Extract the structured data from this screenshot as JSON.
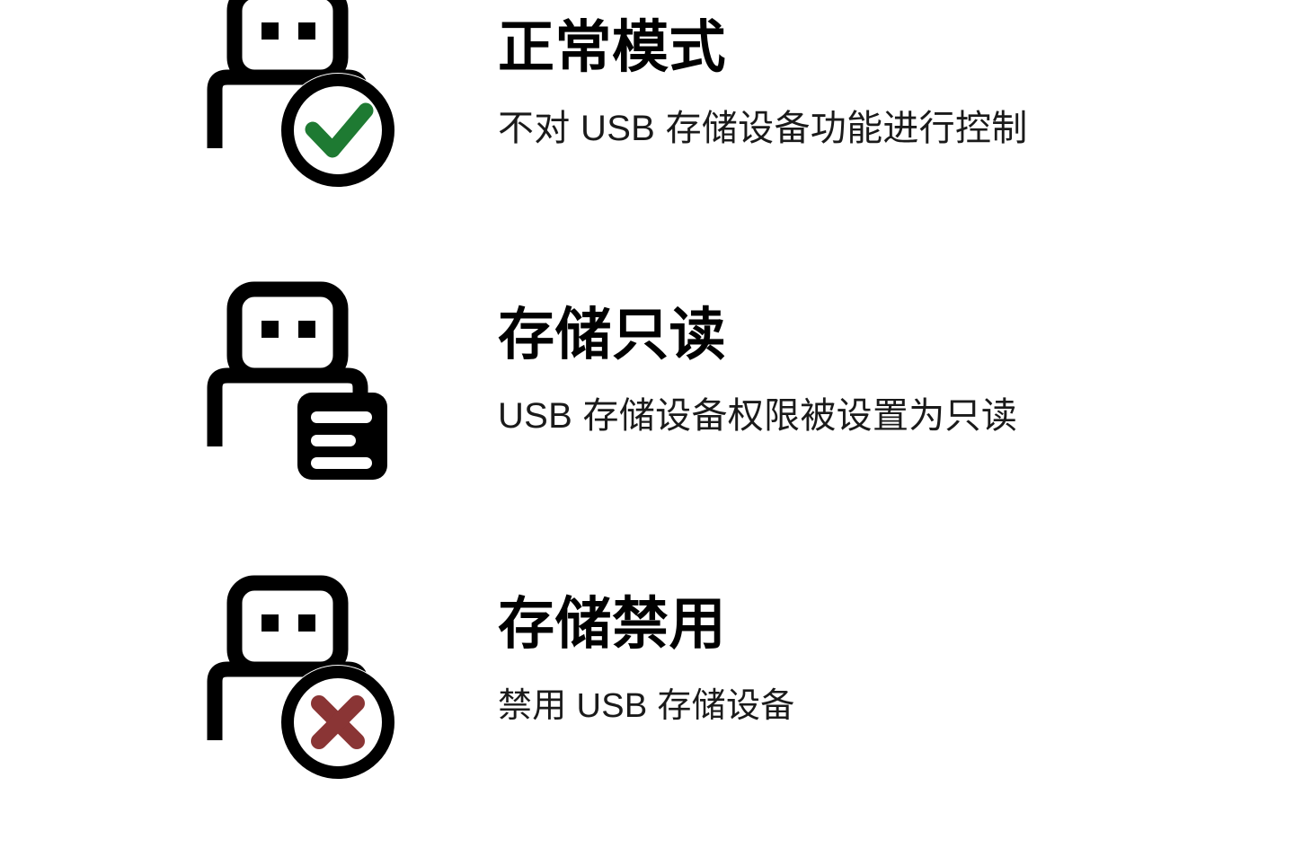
{
  "page": {
    "background_color": "#ffffff",
    "title_color": "#010101",
    "description_color": "#1a1a1a"
  },
  "colors": {
    "icon_stroke": "#000000",
    "check_green": "#1e7a32",
    "cross_red": "#8a3535",
    "badge_fill": "#000000",
    "badge_line": "#ffffff"
  },
  "modes": [
    {
      "id": "normal-mode",
      "icon": "usb-check-icon",
      "badge": "check-badge",
      "title": "正常模式",
      "description": "不对 USB 存储设备功能进行控制"
    },
    {
      "id": "storage-readonly-mode",
      "icon": "usb-document-icon",
      "badge": "document-badge",
      "title": "存储只读",
      "description": "USB 存储设备权限被设置为只读"
    },
    {
      "id": "storage-disabled-mode",
      "icon": "usb-cross-icon",
      "badge": "cross-badge",
      "title": "存储禁用",
      "description": "禁用 USB 存储设备"
    }
  ]
}
